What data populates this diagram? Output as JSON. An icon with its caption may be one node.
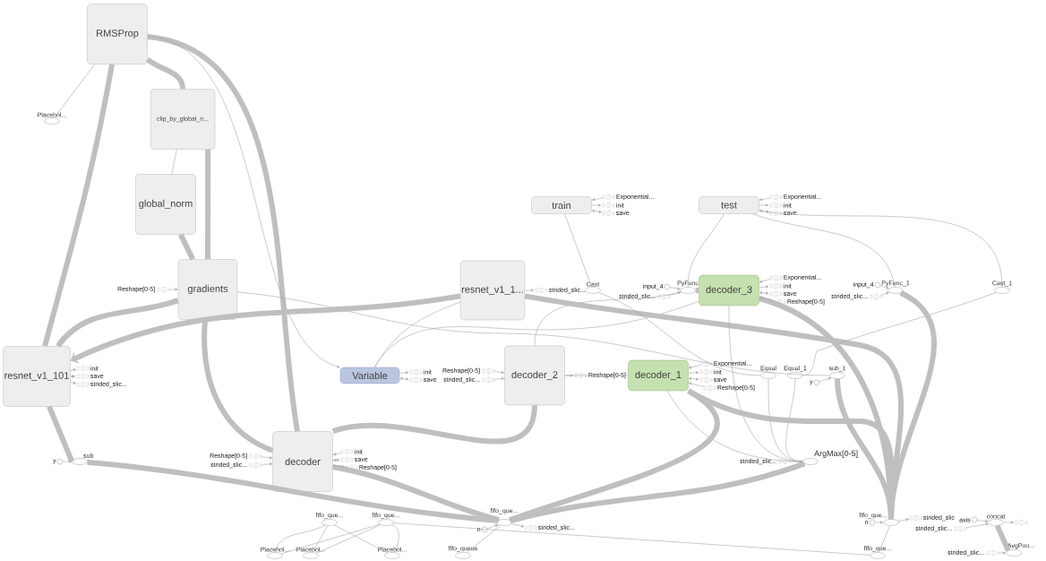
{
  "diagram": {
    "nodes": [
      {
        "text": [
          "RMSProp"
        ]
      },
      {
        "text": [
          "clip_by_global_n..."
        ]
      },
      {
        "text": [
          "global_norm"
        ]
      },
      {
        "text": [
          "gradients"
        ]
      },
      {
        "text": [
          "resnet_v1_101"
        ]
      },
      {
        "text": [
          "resnet_v1_1..."
        ]
      },
      {
        "text": [
          "Variable"
        ]
      },
      {
        "text": [
          "decoder_2"
        ]
      },
      {
        "text": [
          "decoder_1"
        ]
      },
      {
        "text": [
          "decoder_3"
        ]
      },
      {
        "text": [
          "train"
        ]
      },
      {
        "text": [
          "test"
        ]
      },
      {
        "text": [
          "decoder"
        ]
      },
      {
        "text": [
          "Placehol..."
        ]
      },
      {
        "text": [
          "sub"
        ]
      },
      {
        "text": [
          "y"
        ]
      },
      {
        "text": [
          "Cast"
        ]
      },
      {
        "text": [
          "PyFunc"
        ]
      },
      {
        "text": [
          "input_4"
        ]
      },
      {
        "text": [
          "PyFunc_1"
        ]
      },
      {
        "text": [
          "input_4"
        ]
      },
      {
        "text": [
          "Cast_1"
        ]
      },
      {
        "text": [
          "Equal"
        ]
      },
      {
        "text": [
          "Equal_1"
        ]
      },
      {
        "text": [
          "sub_1"
        ]
      },
      {
        "text": [
          "y"
        ]
      },
      {
        "text": [
          "ArgMax[0-5]"
        ]
      },
      {
        "text": [
          "fifo_que..."
        ]
      },
      {
        "text": [
          "n"
        ]
      },
      {
        "text": [
          "fifo_que..."
        ]
      },
      {
        "text": [
          "fifo_que..."
        ]
      },
      {
        "text": [
          "Placehol..."
        ]
      },
      {
        "text": [
          "Placehol..."
        ]
      },
      {
        "text": [
          "Placehol..."
        ]
      },
      {
        "text": [
          "fifo_queue"
        ]
      },
      {
        "text": [
          "fifo_que..."
        ]
      },
      {
        "text": [
          "n"
        ]
      },
      {
        "text": [
          "fifo_que..."
        ]
      },
      {
        "text": [
          "concat"
        ]
      },
      {
        "text": [
          "axis"
        ]
      },
      {
        "text": [
          "AvgPoo..."
        ]
      },
      {
        "text": [
          "Reshape[0-5]"
        ]
      },
      {
        "text": [
          "init"
        ]
      },
      {
        "text": [
          "save"
        ]
      },
      {
        "text": [
          "strided_slic..."
        ]
      },
      {
        "text": [
          "strided_slic..."
        ]
      },
      {
        "text": [
          "init"
        ]
      },
      {
        "text": [
          "save"
        ]
      },
      {
        "text": [
          "Reshape[0-5]"
        ]
      },
      {
        "text": [
          "strided_slic..."
        ]
      },
      {
        "text": [
          "Reshape[0-5]"
        ]
      },
      {
        "text": [
          "Exponential..."
        ]
      },
      {
        "text": [
          "init"
        ]
      },
      {
        "text": [
          "save"
        ]
      },
      {
        "text": [
          "Reshape[0-5]"
        ]
      },
      {
        "text": [
          "Exponential..."
        ]
      },
      {
        "text": [
          "init"
        ]
      },
      {
        "text": [
          "save"
        ]
      },
      {
        "text": [
          "Reshape[0-5]"
        ]
      },
      {
        "text": [
          "Exponential..."
        ]
      },
      {
        "text": [
          "init"
        ]
      },
      {
        "text": [
          "save"
        ]
      },
      {
        "text": [
          "Exponential..."
        ]
      },
      {
        "text": [
          "init"
        ]
      },
      {
        "text": [
          "save"
        ]
      },
      {
        "text": [
          "Reshape[0-5]"
        ]
      },
      {
        "text": [
          "strided_slic..."
        ]
      },
      {
        "text": [
          "init"
        ]
      },
      {
        "text": [
          "save"
        ]
      },
      {
        "text": [
          "Reshape[0-5]"
        ]
      },
      {
        "text": [
          "strided_slic..."
        ]
      },
      {
        "text": [
          "strided_slic..."
        ]
      },
      {
        "text": [
          "strided_slic..."
        ]
      },
      {
        "text": [
          "strided_slic..."
        ]
      },
      {
        "text": [
          "strided_slic"
        ]
      },
      {
        "text": [
          "strided_slic..."
        ]
      },
      {
        "text": [],
        "shape": "ellipse"
      },
      {
        "text": [
          "strided_slic..."
        ]
      }
    ],
    "edges": [
      {
        "from": 0,
        "to": 4,
        "arrow": "none",
        "style": "thick"
      },
      {
        "from": 0,
        "to": 1,
        "arrow": "none",
        "style": "thick"
      },
      {
        "from": 0,
        "to": 12,
        "arrow": "none",
        "style": "thick"
      },
      {
        "from": 13,
        "to": 0,
        "arrow": "none"
      },
      {
        "from": 0,
        "to": 6,
        "arrow": "to"
      },
      {
        "from": 1,
        "to": 2,
        "arrow": "none"
      },
      {
        "from": 1,
        "to": 3,
        "arrow": "none",
        "style": "thick"
      },
      {
        "from": 2,
        "to": 3,
        "arrow": "none",
        "style": "thick"
      },
      {
        "from": 3,
        "to": 4,
        "arrow": "none",
        "style": "thick"
      },
      {
        "from": 3,
        "to": 12,
        "arrow": "none",
        "style": "thick"
      },
      {
        "from": 3,
        "to": 24,
        "arrow": "none"
      },
      {
        "from": 5,
        "to": 4,
        "arrow": "to",
        "style": "thick"
      },
      {
        "from": 4,
        "to": 14,
        "arrow": "none",
        "style": "thick"
      },
      {
        "from": 14,
        "to": 27,
        "arrow": "none",
        "style": "thick"
      },
      {
        "from": 12,
        "to": 7,
        "arrow": "none",
        "style": "thick"
      },
      {
        "from": 12,
        "to": 27,
        "arrow": "none",
        "style": "thick"
      },
      {
        "from": 7,
        "to": 8,
        "arrow": "none"
      },
      {
        "from": 7,
        "to": 17,
        "arrow": "none"
      },
      {
        "from": 6,
        "to": 5,
        "arrow": "none"
      },
      {
        "from": 6,
        "to": 9,
        "arrow": "none"
      },
      {
        "from": 5,
        "to": 35,
        "arrow": "none",
        "style": "thick"
      },
      {
        "from": 10,
        "to": 16,
        "arrow": "none"
      },
      {
        "from": 16,
        "to": 22,
        "arrow": "none"
      },
      {
        "from": 11,
        "to": 17,
        "arrow": "none"
      },
      {
        "from": 17,
        "to": 9,
        "arrow": "none",
        "style": "thick"
      },
      {
        "from": 11,
        "to": 19,
        "arrow": "none"
      },
      {
        "from": 11,
        "to": 21,
        "arrow": "none"
      },
      {
        "from": 21,
        "to": 23,
        "arrow": "none"
      },
      {
        "from": 9,
        "to": 35,
        "arrow": "none",
        "style": "thick"
      },
      {
        "from": 9,
        "to": 26,
        "arrow": "none"
      },
      {
        "from": 8,
        "to": 26,
        "arrow": "none"
      },
      {
        "from": 22,
        "to": 26,
        "arrow": "none"
      },
      {
        "from": 23,
        "to": 26,
        "arrow": "none"
      },
      {
        "from": 8,
        "to": 35,
        "arrow": "none",
        "style": "thick"
      },
      {
        "from": 8,
        "to": 27,
        "arrow": "none",
        "style": "thick"
      },
      {
        "from": 26,
        "to": 27,
        "arrow": "none",
        "style": "thick"
      },
      {
        "from": 24,
        "to": 35,
        "arrow": "none",
        "style": "thick"
      },
      {
        "from": 19,
        "to": 35,
        "arrow": "none",
        "style": "thick"
      },
      {
        "from": 27,
        "to": 34,
        "arrow": "none"
      },
      {
        "from": 30,
        "to": 37,
        "arrow": "none"
      },
      {
        "from": 35,
        "to": 37,
        "arrow": "none"
      },
      {
        "from": 29,
        "to": 31,
        "arrow": "none"
      },
      {
        "from": 29,
        "to": 32,
        "arrow": "none"
      },
      {
        "from": 29,
        "to": 33,
        "arrow": "none"
      },
      {
        "from": 30,
        "to": 31,
        "arrow": "none"
      },
      {
        "from": 30,
        "to": 32,
        "arrow": "none"
      },
      {
        "from": 30,
        "to": 33,
        "arrow": "none"
      },
      {
        "from": 38,
        "to": 40,
        "arrow": "none",
        "style": "thick"
      },
      {
        "from": 15,
        "to": 14,
        "arrow": "to"
      },
      {
        "from": 28,
        "to": 27,
        "arrow": "to"
      },
      {
        "from": 36,
        "to": 35,
        "arrow": "to"
      },
      {
        "from": 39,
        "to": 38,
        "arrow": "to"
      },
      {
        "from": 18,
        "to": 17,
        "arrow": "to"
      },
      {
        "from": 20,
        "to": 19,
        "arrow": "to"
      },
      {
        "from": 25,
        "to": 24,
        "arrow": "to"
      },
      {
        "from": 41,
        "to": 3,
        "arrow": "to"
      },
      {
        "from": 4,
        "to": 42,
        "arrow": "to"
      },
      {
        "from": 4,
        "to": 43,
        "arrow": "both"
      },
      {
        "from": 4,
        "to": 44,
        "arrow": "to"
      },
      {
        "from": 5,
        "to": 45,
        "arrow": "to"
      },
      {
        "from": 6,
        "to": 46,
        "arrow": "to"
      },
      {
        "from": 6,
        "to": 47,
        "arrow": "both"
      },
      {
        "from": 48,
        "to": 7,
        "arrow": "to"
      },
      {
        "from": 49,
        "to": 7,
        "arrow": "to"
      },
      {
        "from": 7,
        "to": 50,
        "arrow": "to"
      },
      {
        "from": 51,
        "to": 8,
        "arrow": "to"
      },
      {
        "from": 8,
        "to": 52,
        "arrow": "to"
      },
      {
        "from": 8,
        "to": 53,
        "arrow": "both"
      },
      {
        "from": 54,
        "to": 8,
        "arrow": "to"
      },
      {
        "from": 55,
        "to": 9,
        "arrow": "to"
      },
      {
        "from": 9,
        "to": 56,
        "arrow": "to"
      },
      {
        "from": 9,
        "to": 57,
        "arrow": "both"
      },
      {
        "from": 58,
        "to": 9,
        "arrow": "to"
      },
      {
        "from": 59,
        "to": 10,
        "arrow": "to"
      },
      {
        "from": 10,
        "to": 60,
        "arrow": "to"
      },
      {
        "from": 10,
        "to": 61,
        "arrow": "both"
      },
      {
        "from": 62,
        "to": 11,
        "arrow": "to"
      },
      {
        "from": 11,
        "to": 63,
        "arrow": "to"
      },
      {
        "from": 11,
        "to": 64,
        "arrow": "both"
      },
      {
        "from": 65,
        "to": 12,
        "arrow": "to"
      },
      {
        "from": 66,
        "to": 12,
        "arrow": "to"
      },
      {
        "from": 67,
        "to": 12,
        "arrow": "to"
      },
      {
        "from": 12,
        "to": 68,
        "arrow": "both"
      },
      {
        "from": 12,
        "to": 69,
        "arrow": "to"
      },
      {
        "from": 70,
        "to": 17,
        "arrow": "to"
      },
      {
        "from": 71,
        "to": 19,
        "arrow": "to"
      },
      {
        "from": 72,
        "to": 26,
        "arrow": "to"
      },
      {
        "from": 27,
        "to": 73,
        "arrow": "to"
      },
      {
        "from": 35,
        "to": 74,
        "arrow": "to"
      },
      {
        "from": 75,
        "to": 38,
        "arrow": "to"
      },
      {
        "from": 38,
        "to": 76,
        "arrow": "to"
      },
      {
        "from": 77,
        "to": 40,
        "arrow": "to"
      }
    ]
  }
}
